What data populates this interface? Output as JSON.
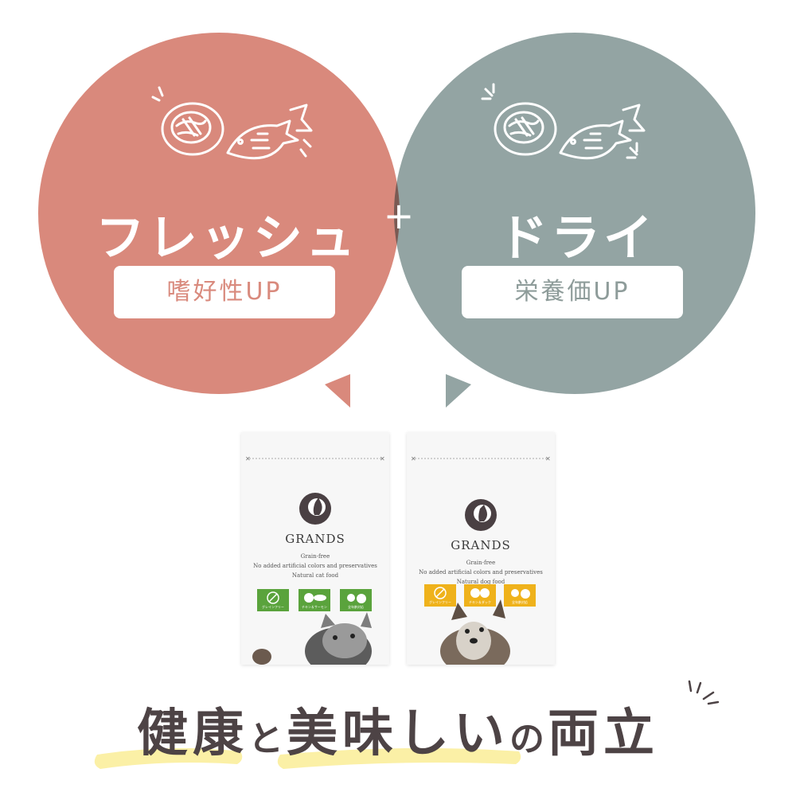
{
  "colors": {
    "fresh": "#d9897c",
    "dry": "#93a4a3",
    "overlap": "#7b5a53",
    "fresh_text": "#d98a7d",
    "dry_text": "#8e9c9a",
    "headline": "#4d4345",
    "highlight": "#fbf0a6",
    "cat_accent": "#5aa33c",
    "dog_accent": "#efb21b"
  },
  "left_bubble": {
    "title": "フレッシュ",
    "pill": "嗜好性UP",
    "icons": [
      "meat-icon",
      "fish-icon"
    ]
  },
  "plus_label": "+",
  "right_bubble": {
    "title": "ドライ",
    "pill": "栄養価UP",
    "icons": [
      "meat-icon",
      "fish-icon"
    ]
  },
  "products": [
    {
      "brand": "GRANDS",
      "line1": "Grain-free",
      "line2": "No added artificial colors and preservatives",
      "line3": "Natural cat food",
      "badges": [
        "グレインフリー",
        "チキン＆サーモン",
        "全年齢対応"
      ]
    },
    {
      "brand": "GRANDS",
      "line1": "Grain-free",
      "line2": "No added artificial colors and preservatives",
      "line3": "Natural dog food",
      "badges": [
        "グレインフリー",
        "チキン＆ダック",
        "全年齢対応"
      ]
    }
  ],
  "headline": {
    "part1": "健康",
    "part2": "と",
    "part3": "美味しい",
    "part4": "の",
    "part5": "両立"
  }
}
